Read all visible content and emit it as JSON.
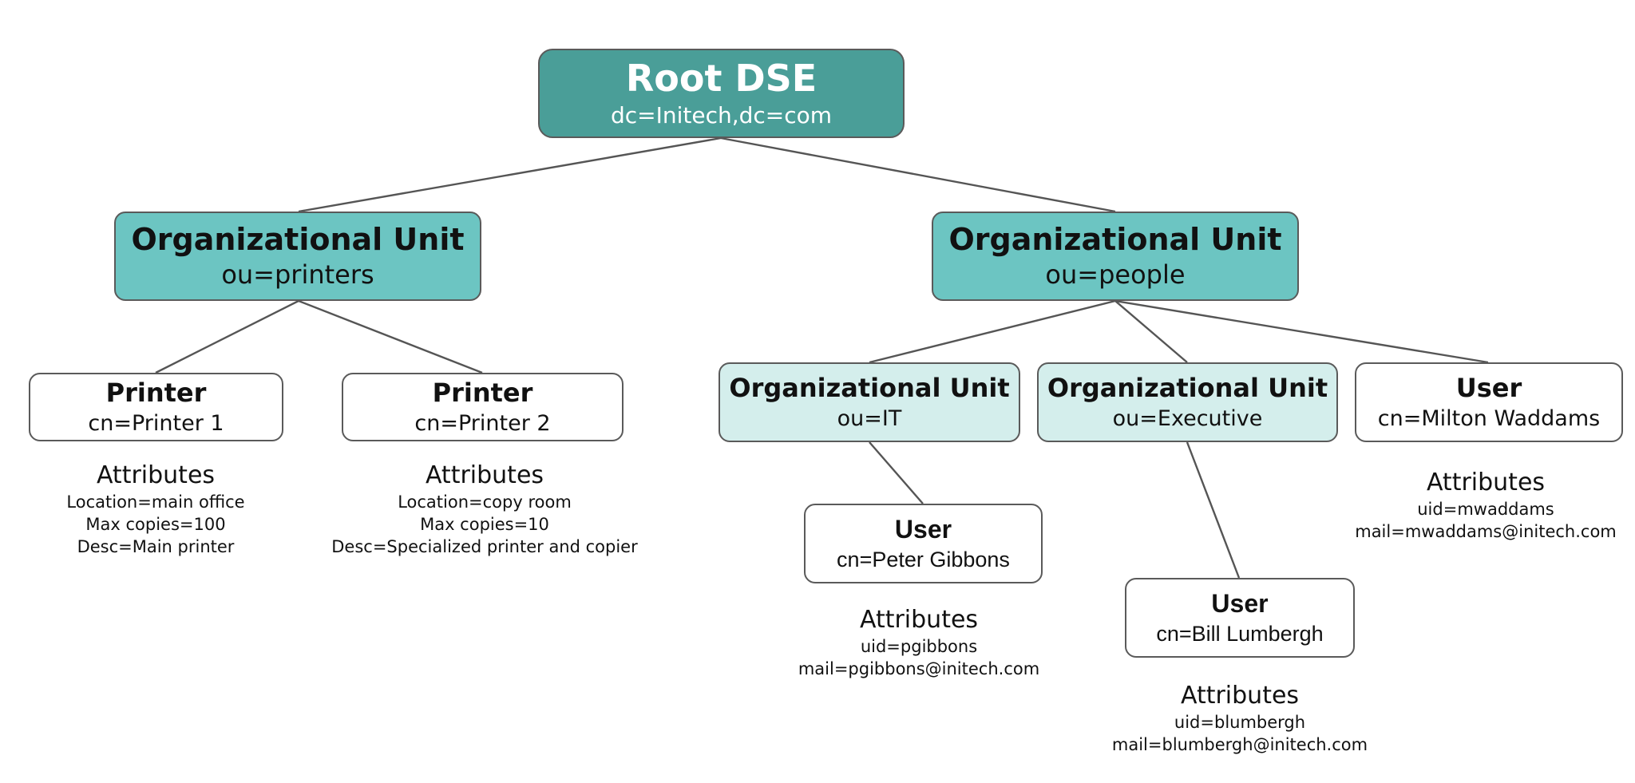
{
  "root": {
    "title": "Root DSE",
    "subtitle": "dc=Initech,dc=com"
  },
  "ou_printers": {
    "title": "Organizational Unit",
    "subtitle": "ou=printers"
  },
  "ou_people": {
    "title": "Organizational Unit",
    "subtitle": "ou=people"
  },
  "printer1": {
    "title": "Printer",
    "subtitle": "cn=Printer 1",
    "attributes": {
      "heading": "Attributes",
      "lines": [
        "Location=main office",
        "Max copies=100",
        "Desc=Main printer"
      ]
    }
  },
  "printer2": {
    "title": "Printer",
    "subtitle": "cn=Printer 2",
    "attributes": {
      "heading": "Attributes",
      "lines": [
        "Location=copy room",
        "Max copies=10",
        "Desc=Specialized printer and copier"
      ]
    }
  },
  "ou_it": {
    "title": "Organizational Unit",
    "subtitle": "ou=IT"
  },
  "ou_exec": {
    "title": "Organizational Unit",
    "subtitle": "ou=Executive"
  },
  "user_milton": {
    "title": "User",
    "subtitle": "cn=Milton Waddams",
    "attributes": {
      "heading": "Attributes",
      "lines": [
        "uid=mwaddams",
        "mail=mwaddams@initech.com"
      ]
    }
  },
  "user_peter": {
    "title": "User",
    "subtitle": "cn=Peter Gibbons",
    "attributes": {
      "heading": "Attributes",
      "lines": [
        "uid=pgibbons",
        "mail=pgibbons@initech.com"
      ]
    }
  },
  "user_bill": {
    "title": "User",
    "subtitle": "cn=Bill Lumbergh",
    "attributes": {
      "heading": "Attributes",
      "lines": [
        "uid=blumbergh",
        "mail=blumbergh@initech.com"
      ]
    }
  },
  "colors": {
    "root_fill": "#4a9e98",
    "ou_level1_fill": "#6cc5c2",
    "ou_level2_fill": "#d4eeec",
    "leaf_fill": "#ffffff",
    "border": "#5a5a5a",
    "edge": "#555555"
  }
}
